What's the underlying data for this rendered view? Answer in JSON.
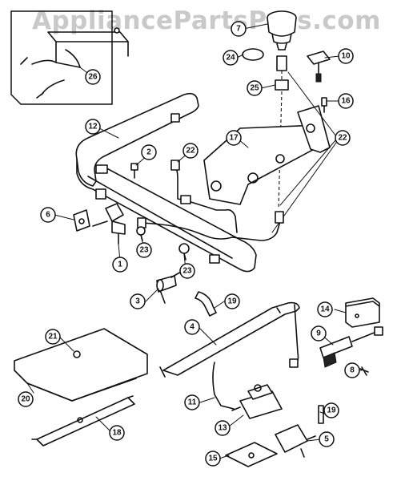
{
  "watermark": "AppliancePartsPros.com",
  "callouts": {
    "c26": "26",
    "c7": "7",
    "c24": "24",
    "c10": "10",
    "c25": "25",
    "c16": "16",
    "c12": "12",
    "c22a": "22",
    "c22b": "22",
    "c2": "2",
    "c17": "17",
    "c6": "6",
    "c1": "1",
    "c23a": "23",
    "c23b": "23",
    "c3": "3",
    "c19a": "19",
    "c14": "14",
    "c4": "4",
    "c9": "9",
    "c21": "21",
    "c8": "8",
    "c20": "20",
    "c11": "11",
    "c19b": "19",
    "c13": "13",
    "c18": "18",
    "c5": "5",
    "c15": "15"
  }
}
